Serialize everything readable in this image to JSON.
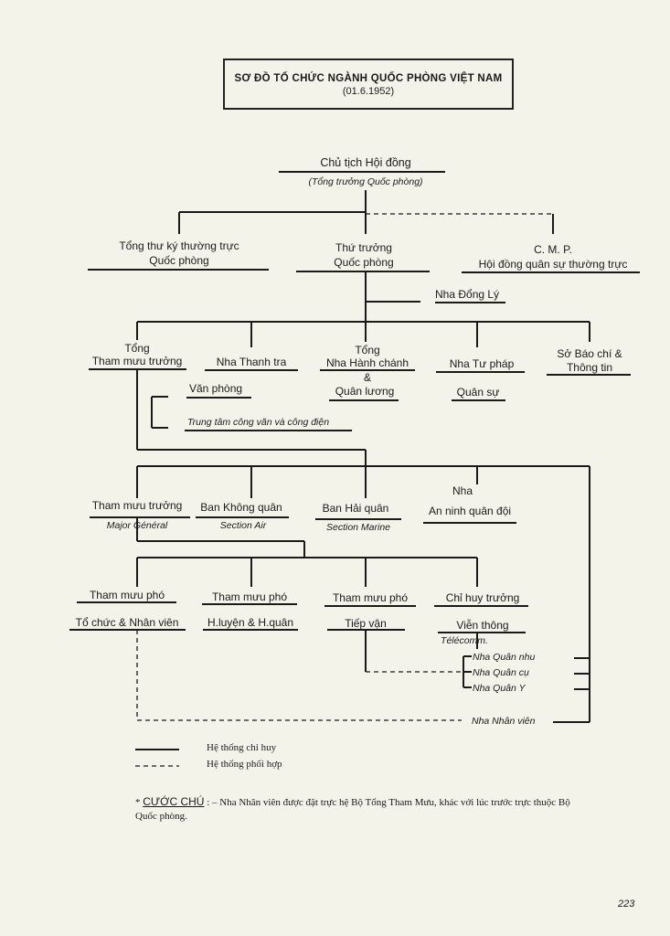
{
  "title": {
    "main": "SƠ ĐỒ TỔ CHỨC NGÀNH QUỐC PHÒNG VIỆT NAM",
    "date": "(01.6.1952)"
  },
  "nodes": {
    "chairman": "Chủ tịch Hội đồng",
    "chairman_sub": "(Tổng trưởng Quốc phòng)",
    "secretary_1": "Tổng thư ký thường trực",
    "secretary_2": "Quốc phòng",
    "deputy_1": "Thứ trưởng",
    "deputy_2": "Quốc phòng",
    "cmp_1": "C. M. P.",
    "cmp_2": "Hội đồng quân sự thường trực",
    "nha_dong_ly": "Nha Đổng Lý",
    "tmt_1": "Tổng",
    "tmt_2": "Tham mưu trưởng",
    "thanh_tra": "Nha Thanh tra",
    "hanh_chanh_1": "Tổng",
    "hanh_chanh_2": "Nha Hành chánh",
    "hanh_chanh_3": "&",
    "quan_luong": "Quân lương",
    "tu_phap": "Nha Tư pháp",
    "quan_su": "Quân sự",
    "bao_chi_1": "Sở Báo chí &",
    "bao_chi_2": "Thông tin",
    "van_phong": "Văn phòng",
    "trung_tam": "Trung tâm công văn và công điện",
    "tmtruong": "Tham mưu trưởng",
    "tmtruong_sub": "Major Général",
    "ban_khong_quan": "Ban Không quân",
    "ban_khong_quan_sub": "Section Air",
    "ban_hai_quan": "Ban Hải quân",
    "ban_hai_quan_sub": "Section Marine",
    "an_ninh_1": "Nha",
    "an_ninh_2": "An ninh quân đội",
    "tmp1": "Tham mưu phó",
    "tmp1_sub": "Tổ chức & Nhân viên",
    "tmp2": "Tham mưu phó",
    "tmp2_sub": "H.luyện & H.quân",
    "tmp3": "Tham mưu phó",
    "tmp3_sub": "Tiếp vận",
    "chi_huy": "Chỉ huy trưởng",
    "vien_thong": "Viễn thông",
    "telecomm": "Télécomm.",
    "quan_nhu": "Nha Quân nhu",
    "quan_cu": "Nha Quân cụ",
    "quan_y": "Nha Quân Y",
    "nhan_vien": "Nha Nhân viên"
  },
  "legend": {
    "solid": "Hệ thống chỉ huy",
    "dashed": "Hệ thống phối hợp"
  },
  "note": {
    "head": "CƯỚC CHÚ",
    "star": "*",
    "text": ": – Nha Nhân viên được đặt trực hệ Bộ Tổng Tham Mưu, khác với lúc trước trực thuộc Bộ Quốc phòng."
  },
  "page_number": "223"
}
